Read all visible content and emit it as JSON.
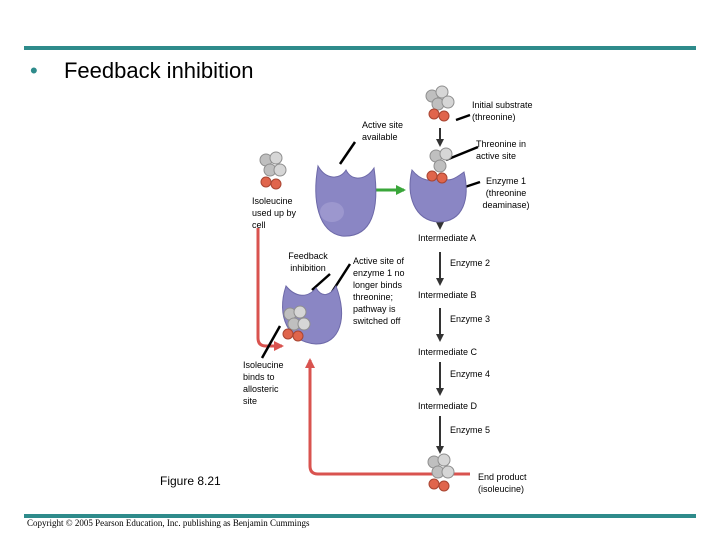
{
  "slide": {
    "bullet": "•",
    "title": "Feedback inhibition",
    "figure_label": "Figure 8.21",
    "copyright": "Copyright © 2005 Pearson Education, Inc. publishing as Benjamin Cummings"
  },
  "colors": {
    "accent_rule": "#2e8b8b",
    "enzyme": "#8a86c4",
    "feedback_arrow": "#d9534f",
    "pathway_arrow": "#3aa63a",
    "molecule_gray": "#bfbfbf",
    "molecule_red": "#e0654c"
  },
  "labels": {
    "initial_substrate": "Initial substrate (threonine)",
    "active_site_available": "Active site available",
    "threonine_in_active_site": "Threonine in active site",
    "enzyme1": "Enzyme 1 (threonine deaminase)",
    "isoleucine_used_up": "Isoleucine used up by cell",
    "intermediate_a": "Intermediate A",
    "feedback_inhibition": "Feedback inhibition",
    "active_site_blocked": "Active site of enzyme 1 no longer binds threonine; pathway is switched off",
    "enzyme2": "Enzyme 2",
    "intermediate_b": "Intermediate B",
    "enzyme3": "Enzyme 3",
    "intermediate_c": "Intermediate C",
    "isoleucine_binds": "Isoleucine binds to allosteric site",
    "enzyme4": "Enzyme 4",
    "intermediate_d": "Intermediate D",
    "enzyme5": "Enzyme 5",
    "end_product": "End product (isoleucine)"
  }
}
